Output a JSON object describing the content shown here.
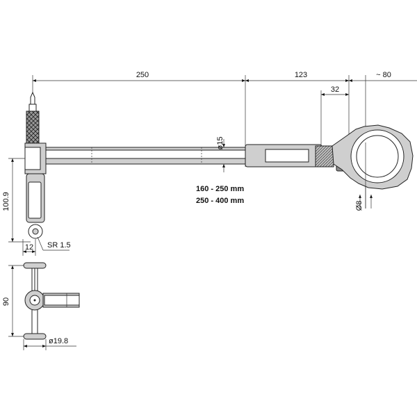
{
  "dimensions": {
    "shaft_length": "250",
    "body_length": "123",
    "dial_offset": "~ 80",
    "collar_length": "32",
    "shaft_diameter": "ø15",
    "stem_diameter": "Ø8",
    "handle_height": "100.9",
    "tip_width": "12",
    "tip_radius": "SR 1.5",
    "guide_height": "90",
    "guide_diameter": "ø19.8"
  },
  "ranges": [
    "160 - 250 mm",
    "250 - 400 mm"
  ]
}
